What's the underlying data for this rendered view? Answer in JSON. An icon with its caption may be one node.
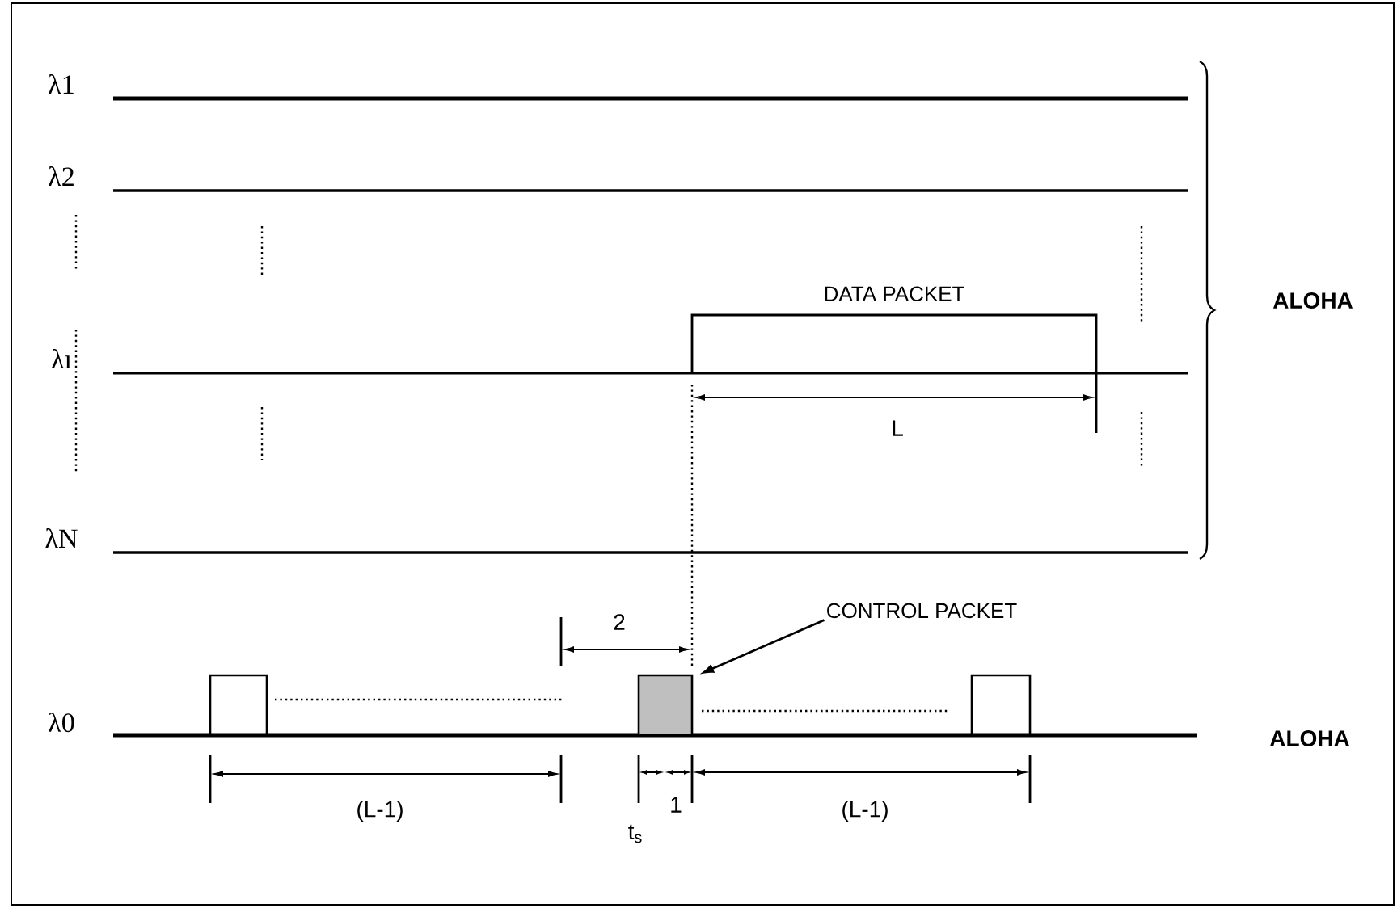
{
  "diagram": {
    "nodes": [
      {
        "text": [
          "DATA PACKET"
        ]
      },
      {
        "text": [
          "CONTROL PACKET"
        ]
      },
      {
        "text": [],
        "shape": "box"
      },
      {
        "text": [],
        "shape": "box"
      },
      {
        "text": [],
        "shape": "box"
      }
    ],
    "edges": [
      {
        "from": 1,
        "to": 3,
        "arrow": "to"
      }
    ],
    "labels": [
      "λ1",
      "λ2",
      "λı",
      "λN",
      "ALOHA",
      "L",
      "2",
      "λ0",
      "ALOHA",
      "(L-1)",
      "t$_{s}$",
      "1",
      "(L-1)"
    ]
  }
}
